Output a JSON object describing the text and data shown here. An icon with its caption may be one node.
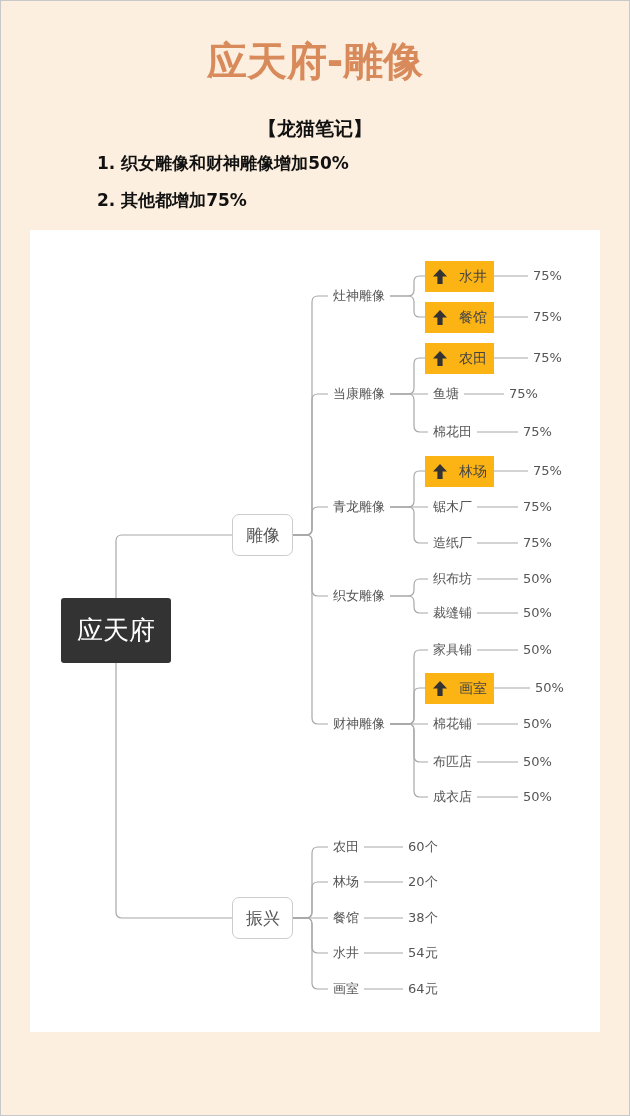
{
  "diagram": {
    "title": "应天府-雕像",
    "nodes": [
      {
        "text": [
          "应天府"
        ]
      },
      {
        "text": [
          "雕像"
        ]
      },
      {
        "text": [
          "灶神雕像"
        ]
      },
      {
        "text": [
          "水井"
        ]
      },
      {
        "text": [
          "75%"
        ]
      },
      {
        "text": [
          "餐馆"
        ]
      },
      {
        "text": [
          "75%"
        ]
      },
      {
        "text": [
          "当康雕像"
        ]
      },
      {
        "text": [
          "农田"
        ]
      },
      {
        "text": [
          "75%"
        ]
      },
      {
        "text": [
          "鱼塘"
        ]
      },
      {
        "text": [
          "75%"
        ]
      },
      {
        "text": [
          "棉花田"
        ]
      },
      {
        "text": [
          "75%"
        ]
      },
      {
        "text": [
          "青龙雕像"
        ]
      },
      {
        "text": [
          "林场"
        ]
      },
      {
        "text": [
          "75%"
        ]
      },
      {
        "text": [
          "锯木厂"
        ]
      },
      {
        "text": [
          "75%"
        ]
      },
      {
        "text": [
          "造纸厂"
        ]
      },
      {
        "text": [
          "75%"
        ]
      },
      {
        "text": [
          "织女雕像"
        ]
      },
      {
        "text": [
          "织布坊"
        ]
      },
      {
        "text": [
          "50%"
        ]
      },
      {
        "text": [
          "裁缝铺"
        ]
      },
      {
        "text": [
          "50%"
        ]
      },
      {
        "text": [
          "财神雕像"
        ]
      },
      {
        "text": [
          "家具铺"
        ]
      },
      {
        "text": [
          "50%"
        ]
      },
      {
        "text": [
          "画室"
        ]
      },
      {
        "text": [
          "50%"
        ]
      },
      {
        "text": [
          "棉花铺"
        ]
      },
      {
        "text": [
          "50%"
        ]
      },
      {
        "text": [
          "布匹店"
        ]
      },
      {
        "text": [
          "50%"
        ]
      },
      {
        "text": [
          "成衣店"
        ]
      },
      {
        "text": [
          "50%"
        ]
      },
      {
        "text": [
          "振兴"
        ]
      },
      {
        "text": [
          "农田"
        ]
      },
      {
        "text": [
          "60个"
        ]
      },
      {
        "text": [
          "林场"
        ]
      },
      {
        "text": [
          "20个"
        ]
      },
      {
        "text": [
          "餐馆"
        ]
      },
      {
        "text": [
          "38个"
        ]
      },
      {
        "text": [
          "水井"
        ]
      },
      {
        "text": [
          "54元"
        ]
      },
      {
        "text": [
          "画室"
        ]
      },
      {
        "text": [
          "64元"
        ]
      }
    ],
    "edges": [
      {
        "from": 0,
        "to": 1,
        "arrow": "none"
      },
      {
        "from": 0,
        "to": 37,
        "arrow": "none"
      },
      {
        "from": 1,
        "to": 2,
        "arrow": "none"
      },
      {
        "from": 1,
        "to": 7,
        "arrow": "none"
      },
      {
        "from": 1,
        "to": 14,
        "arrow": "none"
      },
      {
        "from": 1,
        "to": 21,
        "arrow": "none"
      },
      {
        "from": 1,
        "to": 26,
        "arrow": "none"
      },
      {
        "from": 2,
        "to": 3,
        "arrow": "none"
      },
      {
        "from": 3,
        "to": 4,
        "arrow": "none"
      },
      {
        "from": 2,
        "to": 5,
        "arrow": "none"
      },
      {
        "from": 5,
        "to": 6,
        "arrow": "none"
      },
      {
        "from": 7,
        "to": 8,
        "arrow": "none"
      },
      {
        "from": 8,
        "to": 9,
        "arrow": "none"
      },
      {
        "from": 7,
        "to": 10,
        "arrow": "none"
      },
      {
        "from": 10,
        "to": 11,
        "arrow": "none"
      },
      {
        "from": 7,
        "to": 12,
        "arrow": "none"
      },
      {
        "from": 12,
        "to": 13,
        "arrow": "none"
      },
      {
        "from": 14,
        "to": 15,
        "arrow": "none"
      },
      {
        "from": 15,
        "to": 16,
        "arrow": "none"
      },
      {
        "from": 14,
        "to": 17,
        "arrow": "none"
      },
      {
        "from": 17,
        "to": 18,
        "arrow": "none"
      },
      {
        "from": 14,
        "to": 19,
        "arrow": "none"
      },
      {
        "from": 19,
        "to": 20,
        "arrow": "none"
      },
      {
        "from": 21,
        "to": 22,
        "arrow": "none"
      },
      {
        "from": 22,
        "to": 23,
        "arrow": "none"
      },
      {
        "from": 21,
        "to": 24,
        "arrow": "none"
      },
      {
        "from": 24,
        "to": 25,
        "arrow": "none"
      },
      {
        "from": 26,
        "to": 27,
        "arrow": "none"
      },
      {
        "from": 27,
        "to": 28,
        "arrow": "none"
      },
      {
        "from": 26,
        "to": 29,
        "arrow": "none"
      },
      {
        "from": 29,
        "to": 30,
        "arrow": "none"
      },
      {
        "from": 26,
        "to": 31,
        "arrow": "none"
      },
      {
        "from": 31,
        "to": 32,
        "arrow": "none"
      },
      {
        "from": 26,
        "to": 33,
        "arrow": "none"
      },
      {
        "from": 33,
        "to": 34,
        "arrow": "none"
      },
      {
        "from": 26,
        "to": 35,
        "arrow": "none"
      },
      {
        "from": 35,
        "to": 36,
        "arrow": "none"
      },
      {
        "from": 37,
        "to": 38,
        "arrow": "none"
      },
      {
        "from": 38,
        "to": 39,
        "arrow": "none"
      },
      {
        "from": 37,
        "to": 40,
        "arrow": "none"
      },
      {
        "from": 40,
        "to": 41,
        "arrow": "none"
      },
      {
        "from": 37,
        "to": 42,
        "arrow": "none"
      },
      {
        "from": 42,
        "to": 43,
        "arrow": "none"
      },
      {
        "from": 37,
        "to": 44,
        "arrow": "none"
      },
      {
        "from": 44,
        "to": 45,
        "arrow": "none"
      },
      {
        "from": 37,
        "to": 46,
        "arrow": "none"
      },
      {
        "from": 46,
        "to": 47,
        "arrow": "none"
      }
    ],
    "labels": [
      "【龙猫笔记】",
      "1. 织女雕像和财神雕像增加50%",
      "2. 其他都增加75%"
    ]
  }
}
